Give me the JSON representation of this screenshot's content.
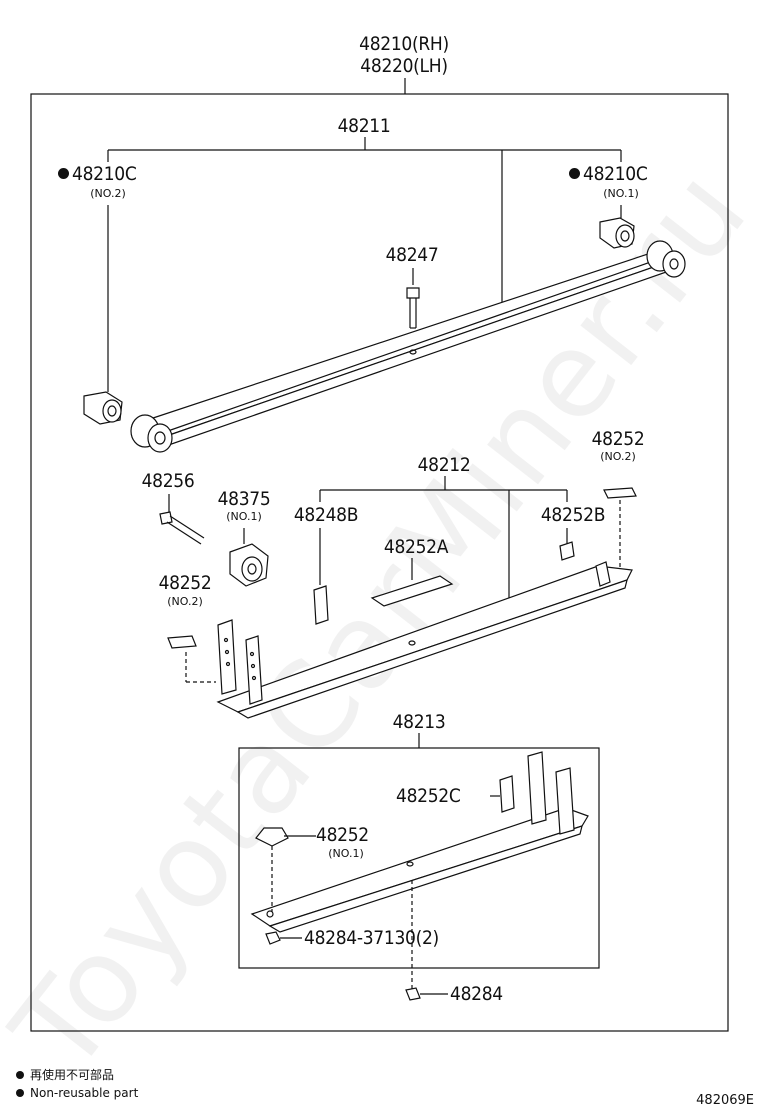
{
  "assembly": {
    "rh": "48210(RH)",
    "lh": "48220(LH)"
  },
  "parts": {
    "p48211": "48211",
    "p48210c_left": "48210C",
    "p48210c_left_sub": "(NO.2)",
    "p48210c_right": "48210C",
    "p48210c_right_sub": "(NO.1)",
    "p48247": "48247",
    "p48212": "48212",
    "p48252_top": "48252",
    "p48252_top_sub": "(NO.2)",
    "p48256": "48256",
    "p48375": "48375",
    "p48375_sub": "(NO.1)",
    "p48248b": "48248B",
    "p48252b": "48252B",
    "p48252a": "48252A",
    "p48252_left": "48252",
    "p48252_left_sub": "(NO.2)",
    "p48213": "48213",
    "p48252c": "48252C",
    "p48252_mid": "48252",
    "p48252_mid_sub": "(NO.1)",
    "p48284_37130": "48284-37130(2)",
    "p48284": "48284"
  },
  "legend": {
    "jp": "再使用不可部品",
    "en": "Non-reusable part"
  },
  "diagram_code": "482069E",
  "watermark": "ToyotaCarMiner.ru"
}
